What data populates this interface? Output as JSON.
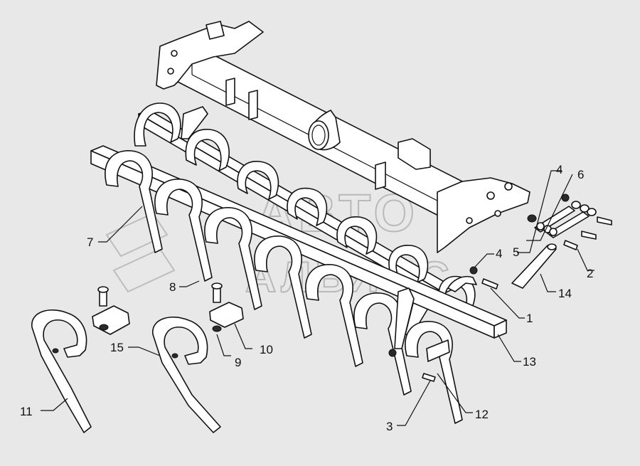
{
  "watermark": {
    "line1": "АВТО",
    "line2": "АЛЬЯНС"
  },
  "callouts": [
    {
      "id": "c1",
      "label": "1"
    },
    {
      "id": "c2",
      "label": "2"
    },
    {
      "id": "c3",
      "label": "3"
    },
    {
      "id": "c4a",
      "label": "4"
    },
    {
      "id": "c4b",
      "label": "4"
    },
    {
      "id": "c5",
      "label": "5"
    },
    {
      "id": "c6",
      "label": "6"
    },
    {
      "id": "c7",
      "label": "7"
    },
    {
      "id": "c8",
      "label": "8"
    },
    {
      "id": "c9",
      "label": "9"
    },
    {
      "id": "c10",
      "label": "10"
    },
    {
      "id": "c11",
      "label": "11"
    },
    {
      "id": "c12",
      "label": "12"
    },
    {
      "id": "c13",
      "label": "13"
    },
    {
      "id": "c14",
      "label": "14"
    },
    {
      "id": "c15",
      "label": "15"
    }
  ]
}
